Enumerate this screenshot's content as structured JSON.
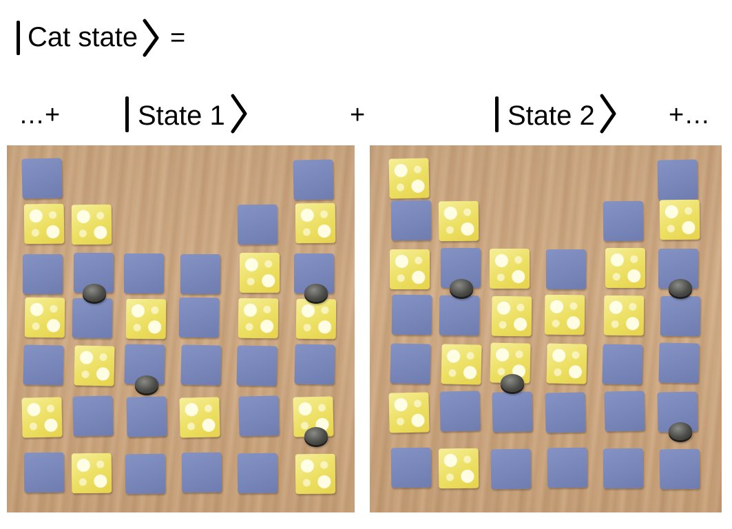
{
  "equation": {
    "lhs_label": "Cat state",
    "equals": "=",
    "leading_ellipsis": "…+",
    "plus": "+",
    "trailing_ellipsis": "+…",
    "state1_label": "State 1",
    "state2_label": "State 2"
  },
  "colors": {
    "blue_tile": "#7785b8",
    "yellow_tile": "#ecdf62",
    "table_wood": "#c9a47e",
    "coin": "#4b4b48"
  },
  "boards": [
    {
      "name": "state-1",
      "columns": [
        [
          "B",
          "Y",
          "B",
          "Y",
          "B",
          "Y",
          "B"
        ],
        [
          "",
          "Y",
          "B",
          "B",
          "Y",
          "B",
          "Y"
        ],
        [
          "",
          "",
          "B",
          "Y",
          "B",
          "B",
          "B"
        ],
        [
          "",
          "",
          "B",
          "B",
          "B",
          "Y",
          "B"
        ],
        [
          "",
          "B",
          "Y",
          "Y",
          "B",
          "B",
          "B"
        ],
        [
          "B",
          "Y",
          "B",
          "Y",
          "B",
          "Y",
          "Y"
        ]
      ],
      "coins": [
        [
          1,
          2
        ],
        [
          5,
          2
        ],
        [
          2,
          4
        ],
        [
          5,
          5
        ]
      ]
    },
    {
      "name": "state-2",
      "columns": [
        [
          "Y",
          "B",
          "Y",
          "B",
          "B",
          "Y",
          "B"
        ],
        [
          "",
          "Y",
          "B",
          "B",
          "Y",
          "B",
          "Y"
        ],
        [
          "",
          "",
          "Y",
          "Y",
          "Y",
          "B",
          "B"
        ],
        [
          "",
          "",
          "B",
          "Y",
          "Y",
          "B",
          "B"
        ],
        [
          "",
          "B",
          "Y",
          "Y",
          "B",
          "B",
          "B"
        ],
        [
          "B",
          "Y",
          "B",
          "B",
          "B",
          "B",
          "B"
        ]
      ],
      "coins": [
        [
          1,
          2
        ],
        [
          5,
          2
        ],
        [
          2,
          4
        ],
        [
          5,
          5
        ]
      ]
    }
  ]
}
